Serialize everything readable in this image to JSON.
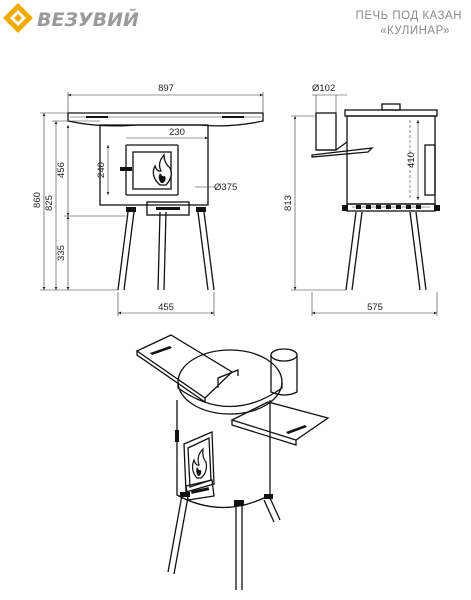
{
  "brand": {
    "name": "ВЕЗУВИЙ",
    "logo_color": "#f2a900",
    "text_color": "#9a9a9a"
  },
  "title": {
    "line1": "ПЕЧЬ ПОД КАЗАН",
    "line2": "«КУЛИНАР»"
  },
  "front_view": {
    "width_total": "897",
    "opening_width": "230",
    "door_height": "240",
    "body_height": "456",
    "total_height": "860",
    "top_height": "825",
    "leg_height": "335",
    "diameter": "Ø375",
    "legs_span": "455"
  },
  "side_view": {
    "chimney_diameter": "Ø102",
    "inner_height": "410",
    "height": "813",
    "depth": "575"
  },
  "icons": [
    "brand-logo-icon",
    "flame-icon"
  ]
}
